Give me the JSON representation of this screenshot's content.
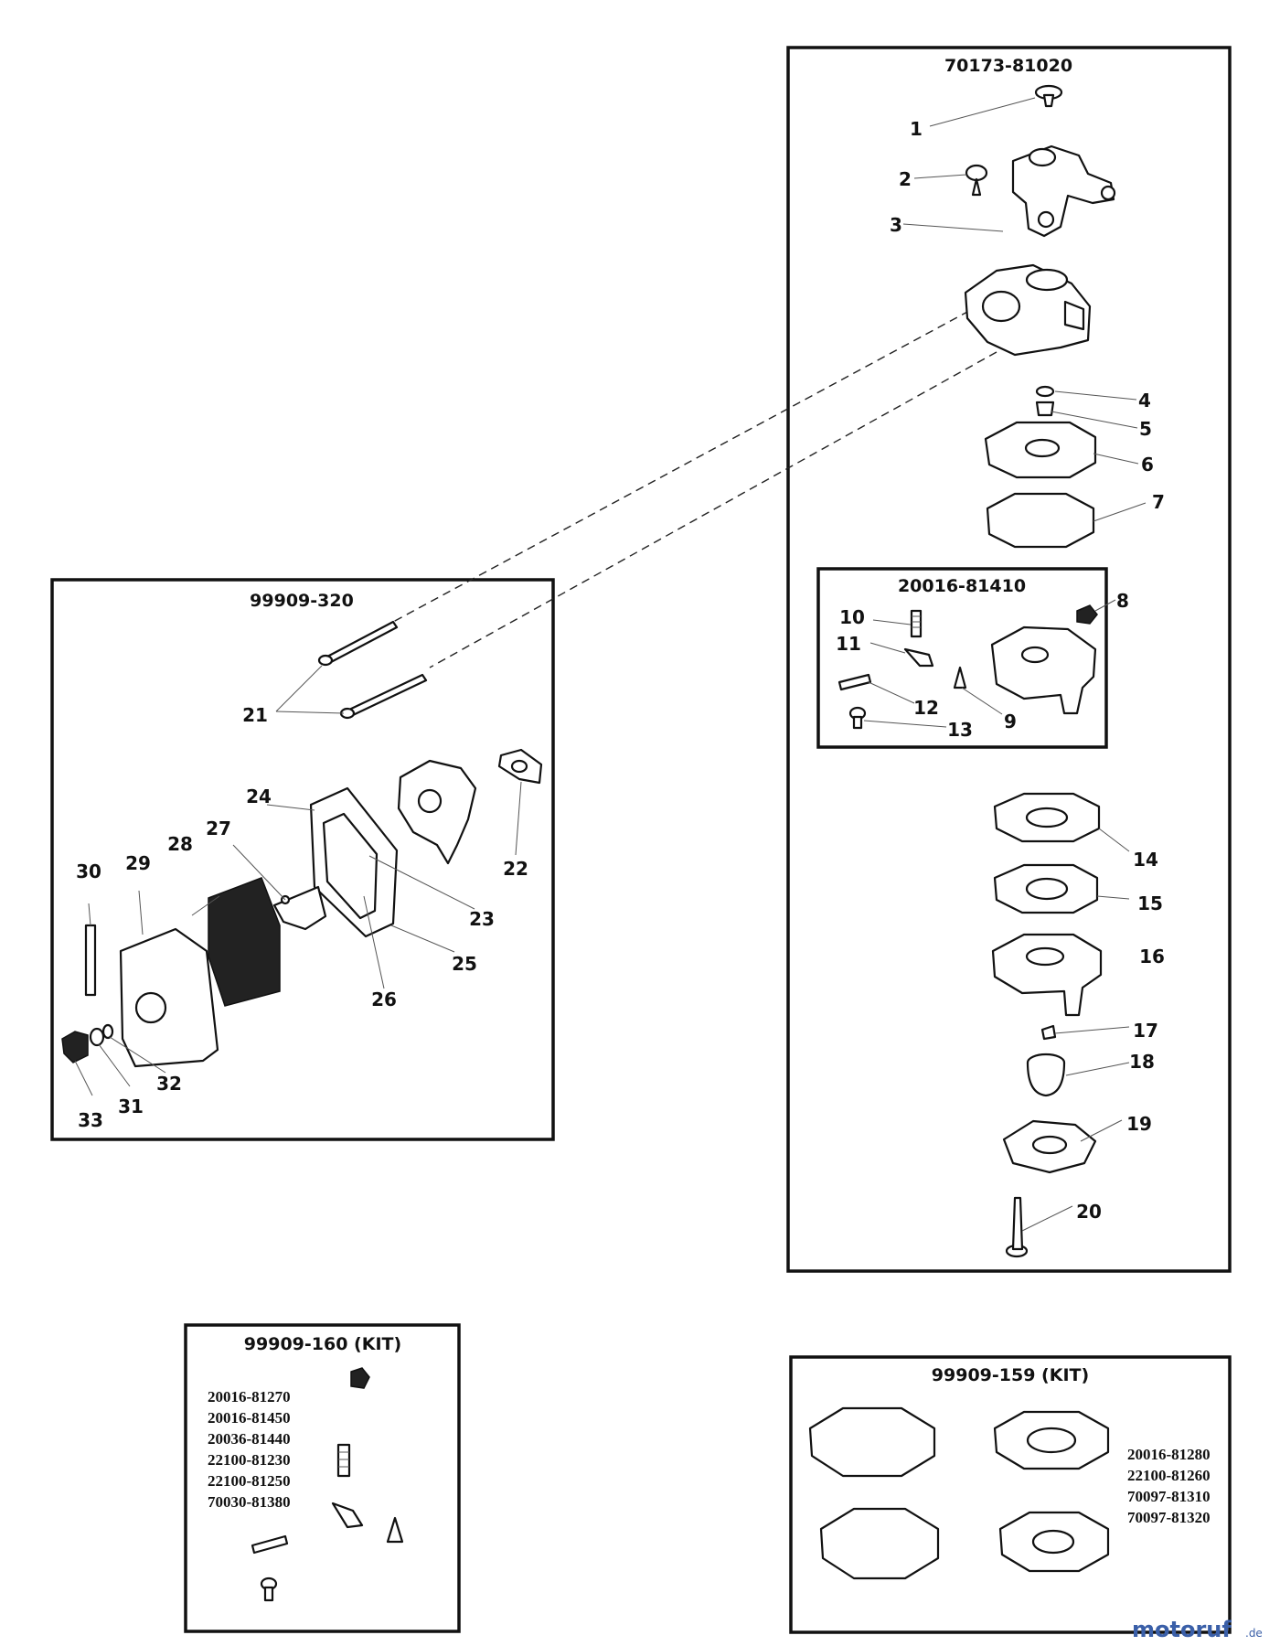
{
  "boxes": {
    "carb_assembly": {
      "part_number": "70173-81020"
    },
    "pump_kit": {
      "part_number": "20016-81410"
    },
    "air_filter": {
      "part_number": "99909-320"
    },
    "kit_160": {
      "title": "99909-160 (KIT)",
      "part_numbers": [
        "20016-81270",
        "20016-81450",
        "20036-81440",
        "22100-81230",
        "22100-81250",
        "70030-81380"
      ]
    },
    "kit_159": {
      "title": "99909-159 (KIT)",
      "part_numbers": [
        "20016-81280",
        "22100-81260",
        "70097-81310",
        "70097-81320"
      ]
    }
  },
  "callouts": [
    "1",
    "2",
    "3",
    "4",
    "5",
    "6",
    "7",
    "8",
    "9",
    "10",
    "11",
    "12",
    "13",
    "14",
    "15",
    "16",
    "17",
    "18",
    "19",
    "20",
    "21",
    "22",
    "23",
    "24",
    "25",
    "26",
    "27",
    "28",
    "29",
    "30",
    "31",
    "32",
    "33"
  ],
  "watermark": {
    "main": "motoruf",
    "suffix": ".de",
    "color": "#3a5fa8"
  }
}
